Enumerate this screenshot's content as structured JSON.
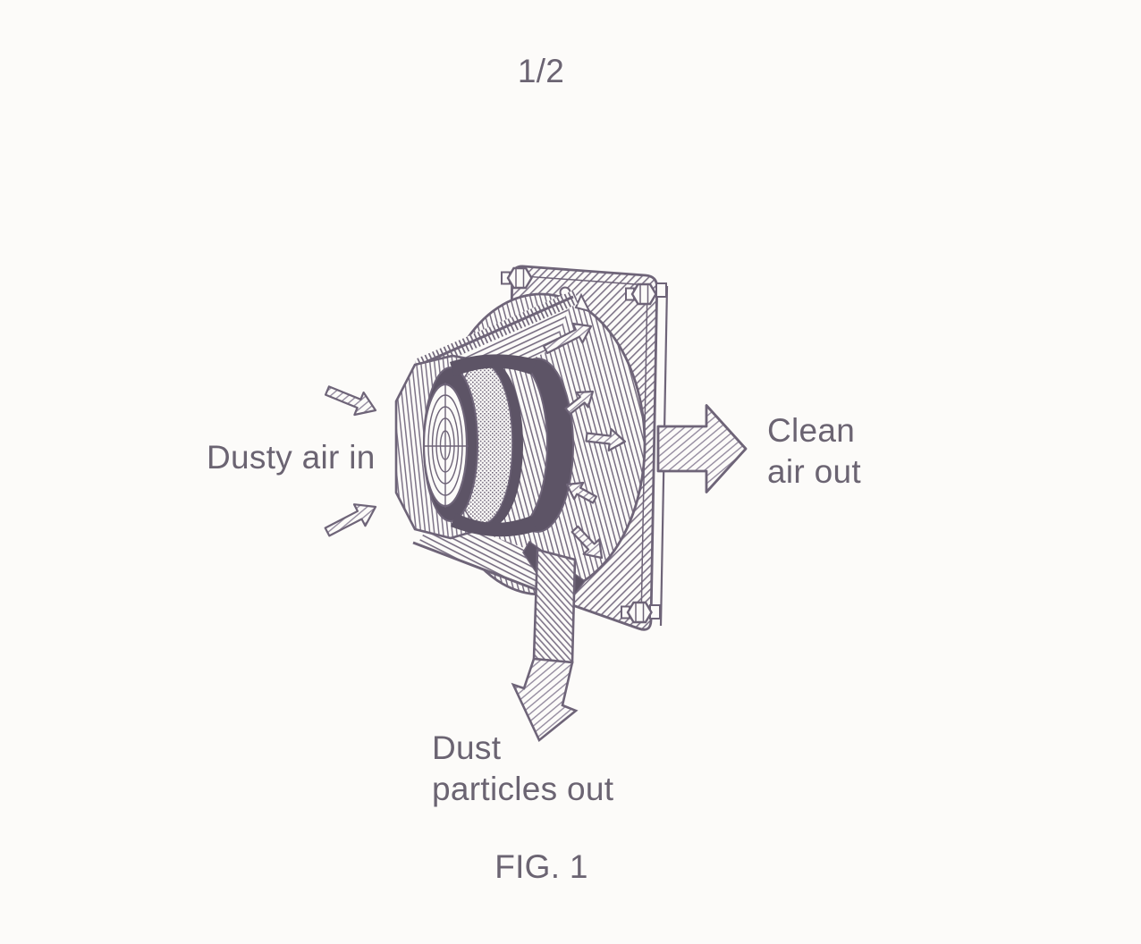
{
  "page": {
    "number": "1/2"
  },
  "figure": {
    "caption": "FIG. 1",
    "subject": "dust separating fan unit mounted on a square plate",
    "labels": {
      "inlet": "Dusty air in",
      "clean": [
        "Clean",
        "air out"
      ],
      "dust": [
        "Dust",
        "particles out"
      ]
    },
    "icons": {
      "inlet_arrows": "small-hatched-arrows-pointing-into-fan-inlet",
      "clean_air_arrow": "large-hatched-arrow-pointing-right-out-of-plate",
      "dust_arrow": "bent-hatched-arrow-pointing-down-left-from-housing-bottom",
      "flow_arrows": "small-hatched-arrows-radiating-inside-housing",
      "corner_bolts": "hex-bolt-at-each-plate-corner",
      "fan_grille": "concentric-ring-fan-inlet-grille"
    },
    "colors": {
      "ink": "#6e6478",
      "ink_dark": "#5d5466",
      "paper": "#fcfbf9",
      "text": "#6b6472"
    }
  }
}
